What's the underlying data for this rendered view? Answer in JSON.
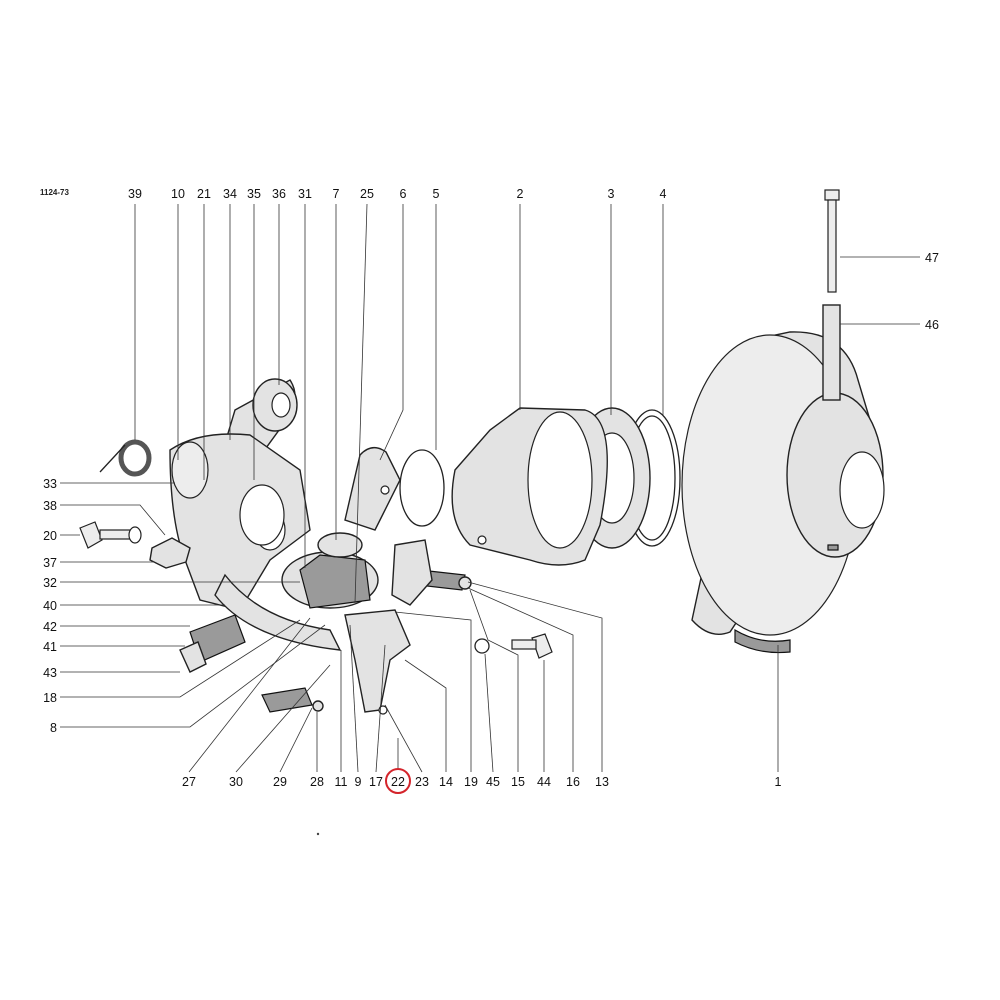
{
  "drawing_code": "1124-73",
  "highlight_color": "#d4242b",
  "highlighted_part": "22",
  "part_numbers": {
    "p39": "39",
    "p10": "10",
    "p21": "21",
    "p34": "34",
    "p35": "35",
    "p36": "36",
    "p31": "31",
    "p7": "7",
    "p25": "25",
    "p6": "6",
    "p5": "5",
    "p2": "2",
    "p3": "3",
    "p4": "4",
    "p47": "47",
    "p46": "46",
    "p33": "33",
    "p38": "38",
    "p20": "20",
    "p37": "37",
    "p32": "32",
    "p40": "40",
    "p42": "42",
    "p41": "41",
    "p43": "43",
    "p18": "18",
    "p8": "8",
    "p27": "27",
    "p30": "30",
    "p29": "29",
    "p28": "28",
    "p11": "11",
    "p9": "9",
    "p17": "17",
    "p22": "22",
    "p23": "23",
    "p14": "14",
    "p19": "19",
    "p45": "45",
    "p15": "15",
    "p44": "44",
    "p16": "16",
    "p13": "13",
    "p1": "1"
  }
}
